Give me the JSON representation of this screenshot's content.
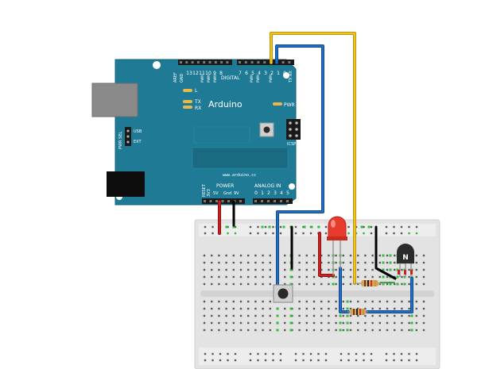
{
  "arduino": {
    "name": "Arduino",
    "url": "www.arduino.cc",
    "colors": {
      "board": "#1f7b95",
      "board_edge": "#16627a",
      "silk": "#ffffff",
      "header": "#1a1a1a",
      "usb": "#888888",
      "jack": "#111111"
    },
    "labels": {
      "aref": "AREF",
      "gnd": "GND",
      "digital": "DIGITAL",
      "pwm": "PWM",
      "tx": "TX",
      "rx": "RX",
      "l": "L",
      "pwr": "PWR",
      "icsp": "ICSP",
      "pwr_sel": "PWR SEL",
      "usb": "USB",
      "ext": "EXT",
      "reset": "RESET",
      "v33": "3V3",
      "power": "POWER",
      "v5": "5V",
      "gnd_small": "Gnd",
      "v9": "9V",
      "analog_in": "ANALOG IN",
      "tx_arrow": "TX",
      "rx_arrow": "RX",
      "tx_rx_top": "TX RX"
    },
    "digital_numbers": [
      "13",
      "12",
      "11",
      "10",
      "9",
      "8",
      "7",
      "6",
      "5",
      "4",
      "3",
      "2",
      "1",
      "0"
    ],
    "analog_numbers": [
      "0",
      "1",
      "2",
      "3",
      "4",
      "5"
    ]
  },
  "components": {
    "transistor_label": "N",
    "led_color": "#e83b2e",
    "resistor_color": "#d9a25a"
  },
  "wires": {
    "yellow": "#f0c419",
    "blue": "#1f6fc7",
    "red": "#cc1f1f",
    "black": "#111111"
  }
}
